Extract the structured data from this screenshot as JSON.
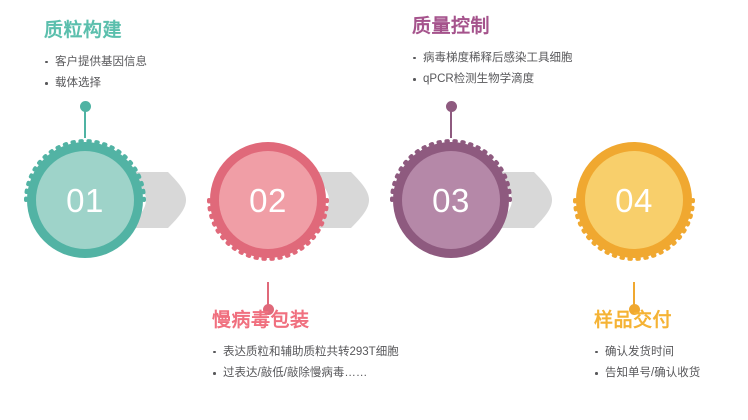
{
  "graphic": {
    "type": "process-flow-infographic",
    "background": "#ffffff",
    "connector_color": "#d8d8d8",
    "body_text_color": "#58585b",
    "steps": [
      {
        "number": "01",
        "title": "质粒构建",
        "bullets": [
          "客户提供基因信息",
          "载体选择"
        ],
        "ring_color": "#52b3a4",
        "fill_color": "#9ed3c9",
        "accent_color": "#4fb3a3",
        "title_color": "#5bbfad",
        "label_position": "above"
      },
      {
        "number": "02",
        "title": "慢病毒包装",
        "bullets": [
          "表达质粒和辅助质粒共转293T细胞",
          "过表达/敲低/敲除慢病毒……"
        ],
        "ring_color": "#e0697a",
        "fill_color": "#f09ea6",
        "accent_color": "#e0697a",
        "title_color": "#f0707f",
        "label_position": "below"
      },
      {
        "number": "03",
        "title": "质量控制",
        "bullets": [
          "病毒梯度稀释后感染工具细胞",
          "qPCR检测生物学滴度"
        ],
        "ring_color": "#8e5a7f",
        "fill_color": "#b588a8",
        "accent_color": "#8e5a7f",
        "title_color": "#a5538c",
        "label_position": "above"
      },
      {
        "number": "04",
        "title": "样品交付",
        "bullets": [
          "确认发货时间",
          "告知单号/确认收货"
        ],
        "ring_color": "#f0a830",
        "fill_color": "#f8cf6b",
        "accent_color": "#f0a830",
        "title_color": "#f5b335",
        "label_position": "below"
      }
    ]
  }
}
